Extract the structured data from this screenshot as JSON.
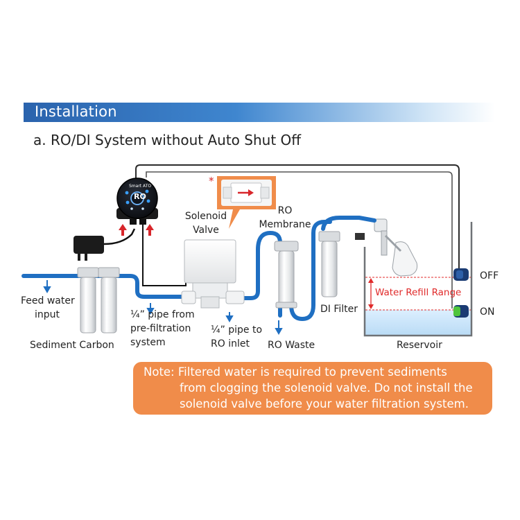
{
  "header": {
    "section_title": "Installation",
    "subtitle": "a. RO/DI System without Auto Shut Off"
  },
  "device": {
    "brand": "Smart ATO",
    "display": "RO"
  },
  "labels": {
    "feed_water": [
      "Feed water",
      "input"
    ],
    "sediment_carbon": "Sediment Carbon",
    "pipe_prefiltration": [
      "¼” pipe from",
      "pre-filtration",
      "system"
    ],
    "pipe_ro_inlet": [
      "¼” pipe to",
      "RO inlet"
    ],
    "solenoid_valve": [
      "Solenoid",
      "Valve"
    ],
    "ro_membrane": [
      "RO",
      "Membrane"
    ],
    "ro_waste": "RO Waste",
    "di_filter": "DI Filter",
    "reservoir": "Reservoir",
    "water_refill_range": "Water Refill Range",
    "off": "OFF",
    "on": "ON",
    "asterisk": "*"
  },
  "note": {
    "lines": [
      "Note: Filtered water is required to prevent sediments",
      "from clogging the solenoid valve. Do not install the",
      "solenoid valve before your water filtration system."
    ]
  },
  "colors": {
    "banner": "#2a63ad",
    "pipe": "#1f6fc2",
    "note_bg": "#f08c4a",
    "arrow_red": "#d8262b",
    "refill_red": "#e02a2a",
    "water": "#cfe6f8"
  }
}
